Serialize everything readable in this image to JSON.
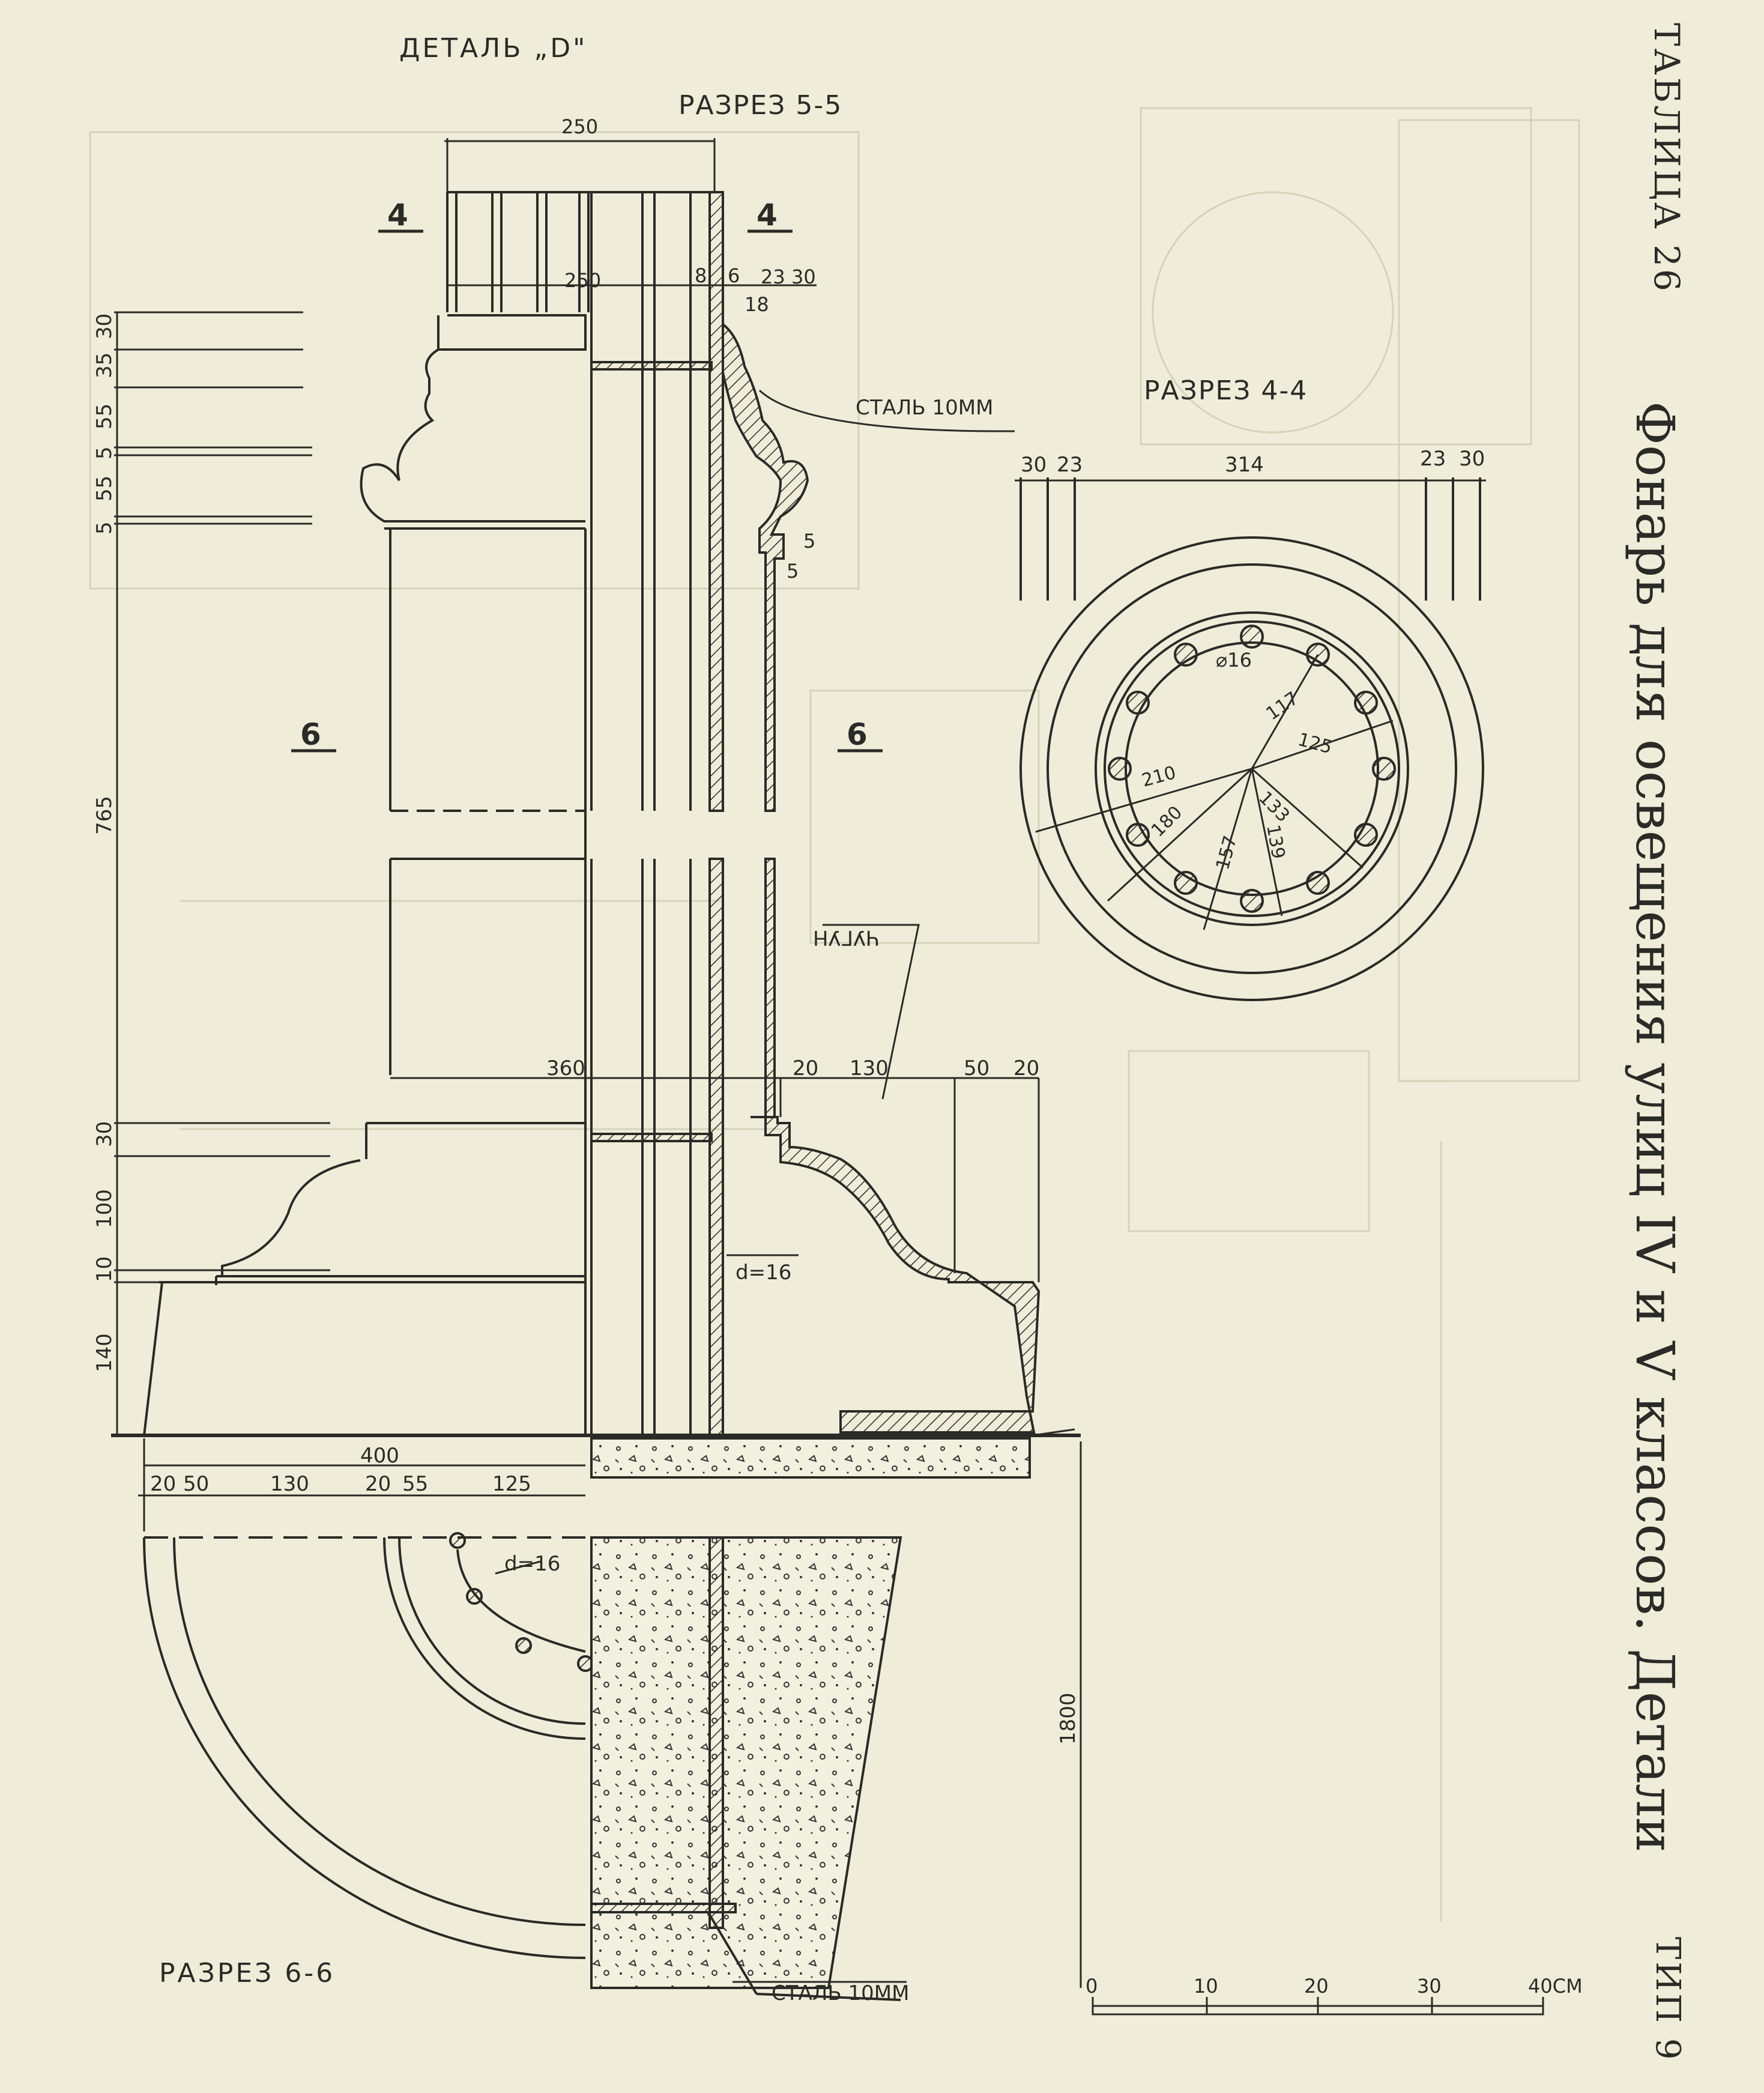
{
  "sheet": {
    "table_label": "ТАБЛИЦА 26",
    "title": "Фонарь для освещения улиц IV и V классов. Детали",
    "type_label": "ТИП 9"
  },
  "headings": {
    "detail": "ДЕТАЛЬ „D\"",
    "section_55": "РАЗРЕЗ 5-5",
    "section_44": "РАЗРЕЗ 4-4",
    "section_66": "РАЗРЕЗ 6-6"
  },
  "section_markers": {
    "upper_left": "4",
    "upper_right": "4",
    "lower_left": "6",
    "lower_right": "6"
  },
  "notes": {
    "steel_upper": "СТАЛЬ 10ММ",
    "steel_lower": "СТАЛЬ 10ММ",
    "cast_iron": "ЧУГУН",
    "rod_d_mid": "d=16",
    "rod_d_plan": "d=16",
    "rod_diameter": "⌀16"
  },
  "dims_vertical": [
    "30",
    "35",
    "55",
    "5",
    "55",
    "5",
    "765",
    "30",
    "100",
    "10",
    "140",
    "1800"
  ],
  "dims_top": [
    "250",
    "250",
    "8",
    "6",
    "18",
    "23",
    "30",
    "5",
    "5"
  ],
  "dims_mid": [
    "360",
    "20",
    "130",
    "50",
    "20"
  ],
  "dims_base_width": "400",
  "dims_section_66": [
    "20",
    "50",
    "130",
    "20",
    "55",
    "125"
  ],
  "dims_section_44_top": [
    "30",
    "23",
    "314",
    "23",
    "30"
  ],
  "dims_section_44_radii": [
    "117",
    "125",
    "210",
    "133",
    "180",
    "157",
    "139"
  ],
  "scale_bar": {
    "ticks": [
      "0",
      "10",
      "20",
      "30"
    ],
    "end_label": "40СМ"
  }
}
